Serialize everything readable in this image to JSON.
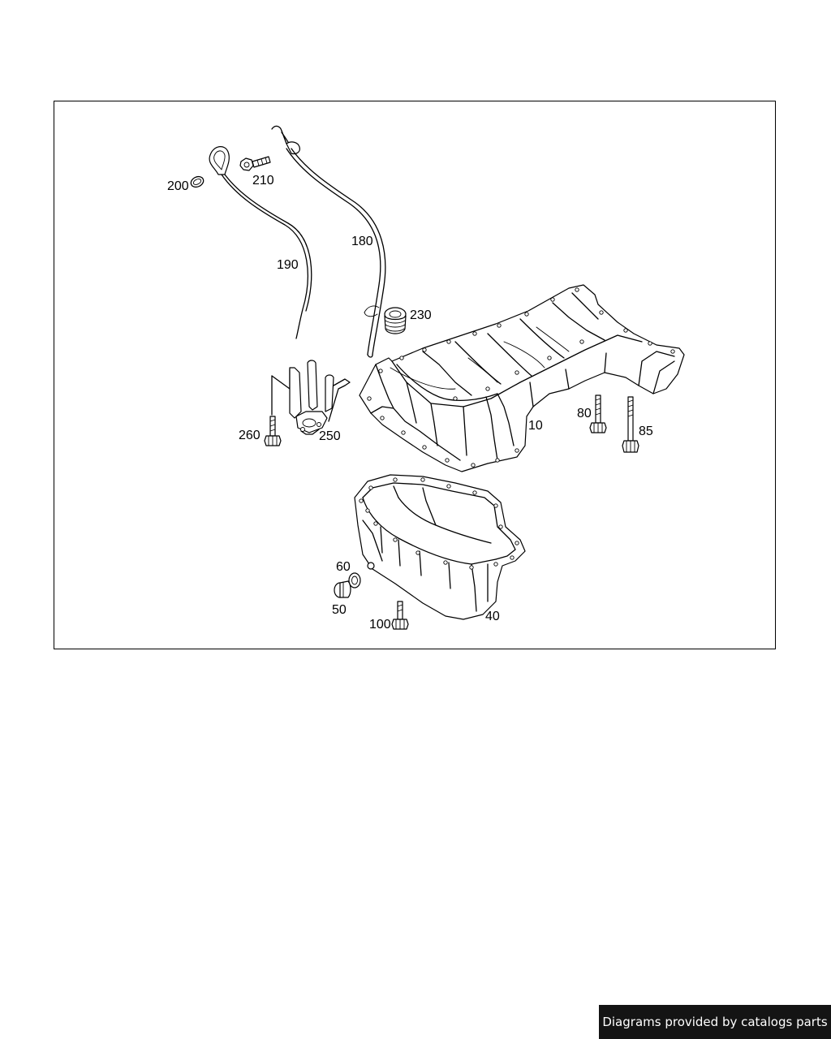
{
  "diagram": {
    "labels": {
      "p200": "200",
      "p210": "210",
      "p190": "190",
      "p180": "180",
      "p230": "230",
      "p10": "10",
      "p80": "80",
      "p85": "85",
      "p260": "260",
      "p250": "250",
      "p60": "60",
      "p50": "50",
      "p100": "100",
      "p40": "40"
    }
  },
  "footer": {
    "credit": "Diagrams provided by catalogs parts"
  }
}
